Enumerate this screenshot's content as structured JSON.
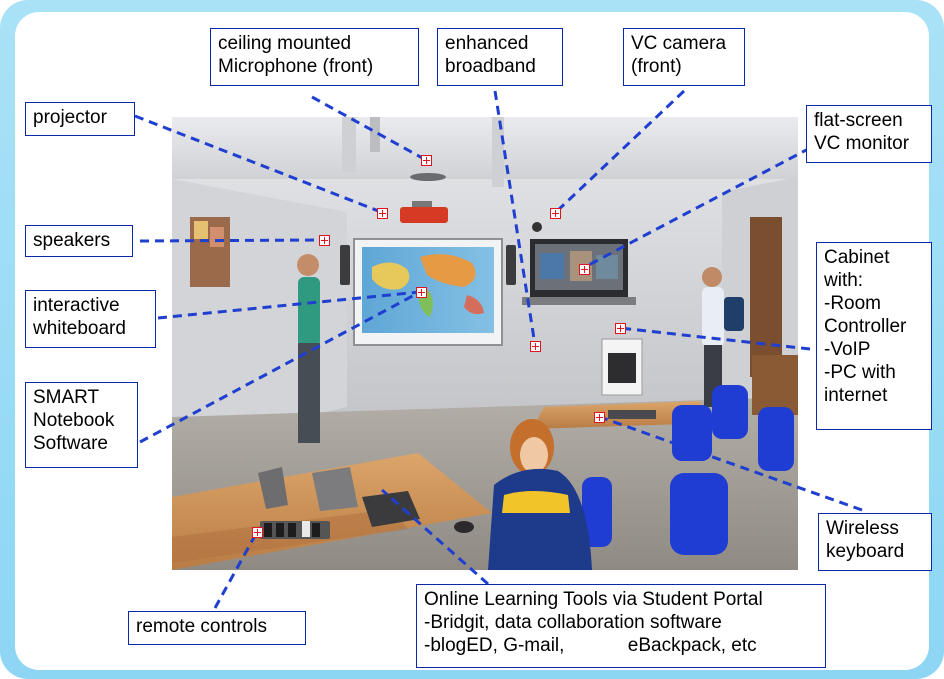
{
  "labels": {
    "ceiling_mic": "ceiling mounted\nMicrophone (front)",
    "broadband": "enhanced\nbroadband",
    "vc_camera": "VC camera\n(front)",
    "projector": "projector",
    "flat_screen": "flat-screen\nVC monitor",
    "speakers": "speakers",
    "cabinet": "Cabinet\nwith:\n-Room\nController\n-VoIP\n-PC with\ninternet",
    "whiteboard": "interactive\nwhiteboard",
    "smart": "SMART\nNotebook\nSoftware",
    "wireless": "Wireless\nkeyboard",
    "remote": "remote controls",
    "online": "Online Learning Tools via Student Portal\n-Bridgit, data collaboration software\n-blogED, G-mail,            eBackpack, etc"
  },
  "colors": {
    "leader_line": "#1f3fd0",
    "box_border": "#0a28a8",
    "marker": "#e0141e",
    "frame": "#9bdcf5"
  }
}
